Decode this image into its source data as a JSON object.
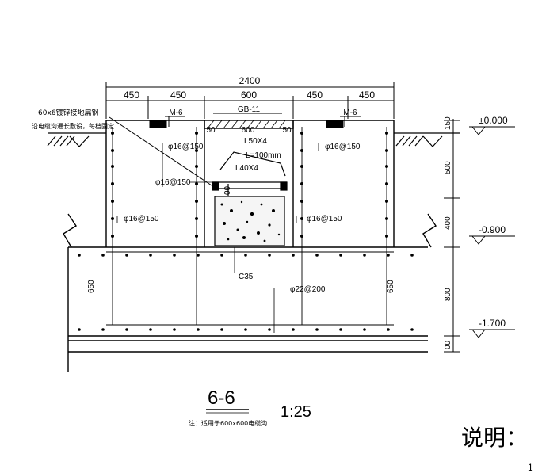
{
  "dimensions": {
    "total": "2400",
    "segments": [
      "450",
      "450",
      "600",
      "450",
      "450"
    ],
    "inner_600": "600",
    "inner_50_left": "50",
    "inner_50_right": "50",
    "right": [
      "150",
      "500",
      "400",
      "800",
      "00"
    ],
    "left_650": "650",
    "right_650": "650"
  },
  "labels": {
    "mark_left": "M-6",
    "mark_right": "M-6",
    "cover": "GB-11",
    "angle_main": "L50X4",
    "angle_length": "L=100mm",
    "angle_small": "L40X4",
    "rebar_top_left": "φ16@150",
    "rebar_top_right": "φ16@150",
    "rebar_inner": "φ16@150",
    "rebar_side_left": "φ16@150",
    "rebar_side_right": "φ16@150",
    "rebar_base": "φ22@200",
    "concrete": "C35",
    "small_00": "00",
    "flat_bar_line1": "60x6镀锌接地扁钢",
    "flat_bar_line2": "沿电缆沟通长敷设，每档固定"
  },
  "elevations": {
    "top": "±0.000",
    "mid": "-0.900",
    "bottom": "-1.700"
  },
  "section": {
    "id": "6-6",
    "scale": "1:25",
    "note": "注：适用于600x600电缆沟"
  },
  "notes": {
    "heading": "说明：",
    "item_number": "1"
  }
}
